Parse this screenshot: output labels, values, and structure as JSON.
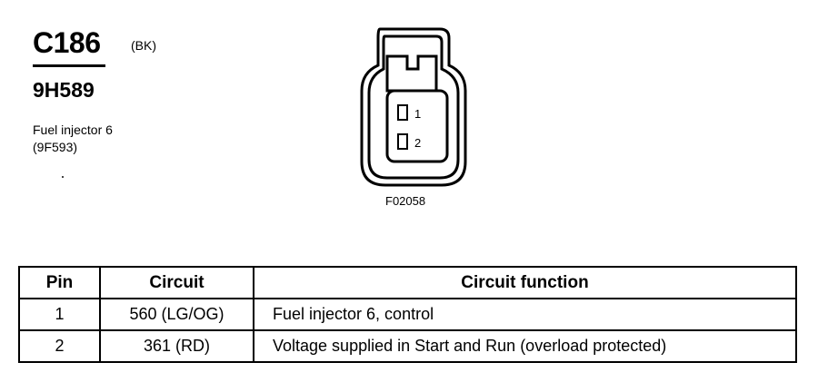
{
  "connector": {
    "id": "C186",
    "color": "(BK)",
    "part_number": "9H589",
    "component_name": "Fuel injector 6",
    "component_part": "(9F593)"
  },
  "diagram": {
    "figure_id": "F02058",
    "pin_labels": [
      "1",
      "2"
    ]
  },
  "table": {
    "headers": [
      "Pin",
      "Circuit",
      "Circuit function"
    ],
    "rows": [
      {
        "pin": "1",
        "circuit": "560 (LG/OG)",
        "function": "Fuel injector 6, control"
      },
      {
        "pin": "2",
        "circuit": "361 (RD)",
        "function": "Voltage supplied in Start and Run (overload protected)"
      }
    ]
  }
}
